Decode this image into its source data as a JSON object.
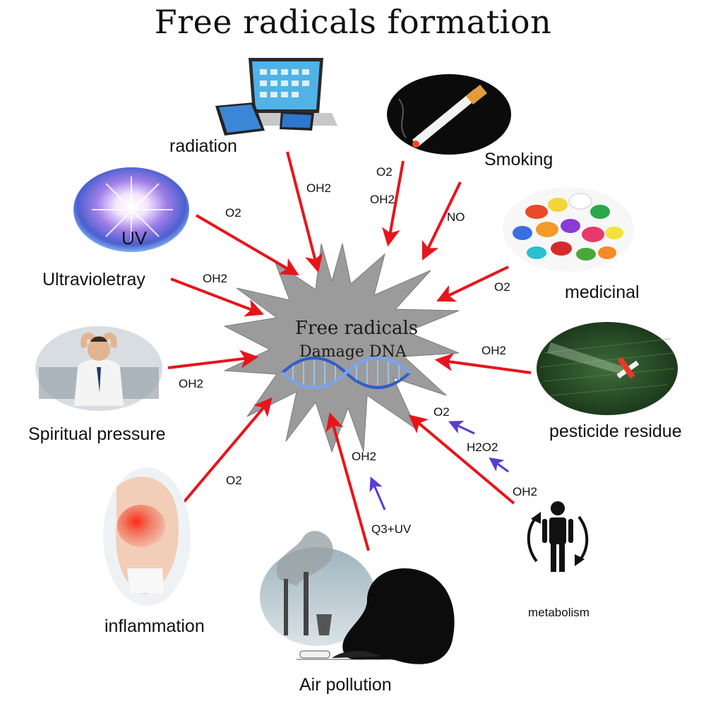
{
  "title": "Free radicals formation",
  "center": {
    "line1": "Free radicals",
    "line2": "Damage DNA"
  },
  "sources": {
    "radiation": "radiation",
    "smoking": "Smoking",
    "uv_image_label": "UV",
    "ultraviolet": "Ultravioletray",
    "medicinal": "medicinal",
    "spiritual": "Spiritual pressure",
    "pesticide": "pesticide residue",
    "inflammation": "inflammation",
    "air": "Air pollution",
    "metabolism": "metabolism"
  },
  "arrow_labels": {
    "radiation": "OH2",
    "smoking_o2": "O2",
    "smoking_oh2": "OH2",
    "smoking_no": "NO",
    "uv_o2": "O2",
    "ultraviolet_oh2": "OH2",
    "medicinal_o2": "O2",
    "spiritual_oh2": "OH2",
    "pesticide_oh2": "OH2",
    "metabolism_o2": "O2",
    "metabolism_h2o2": "H2O2",
    "metabolism_oh2": "OH2",
    "inflammation_o2": "O2",
    "air_oh2": "OH2",
    "air_q3uv": "Q3+UV"
  },
  "colors": {
    "arrow": "#e8141b",
    "blue_arrow": "#5b3ad6",
    "star": "#9b9b9b"
  }
}
